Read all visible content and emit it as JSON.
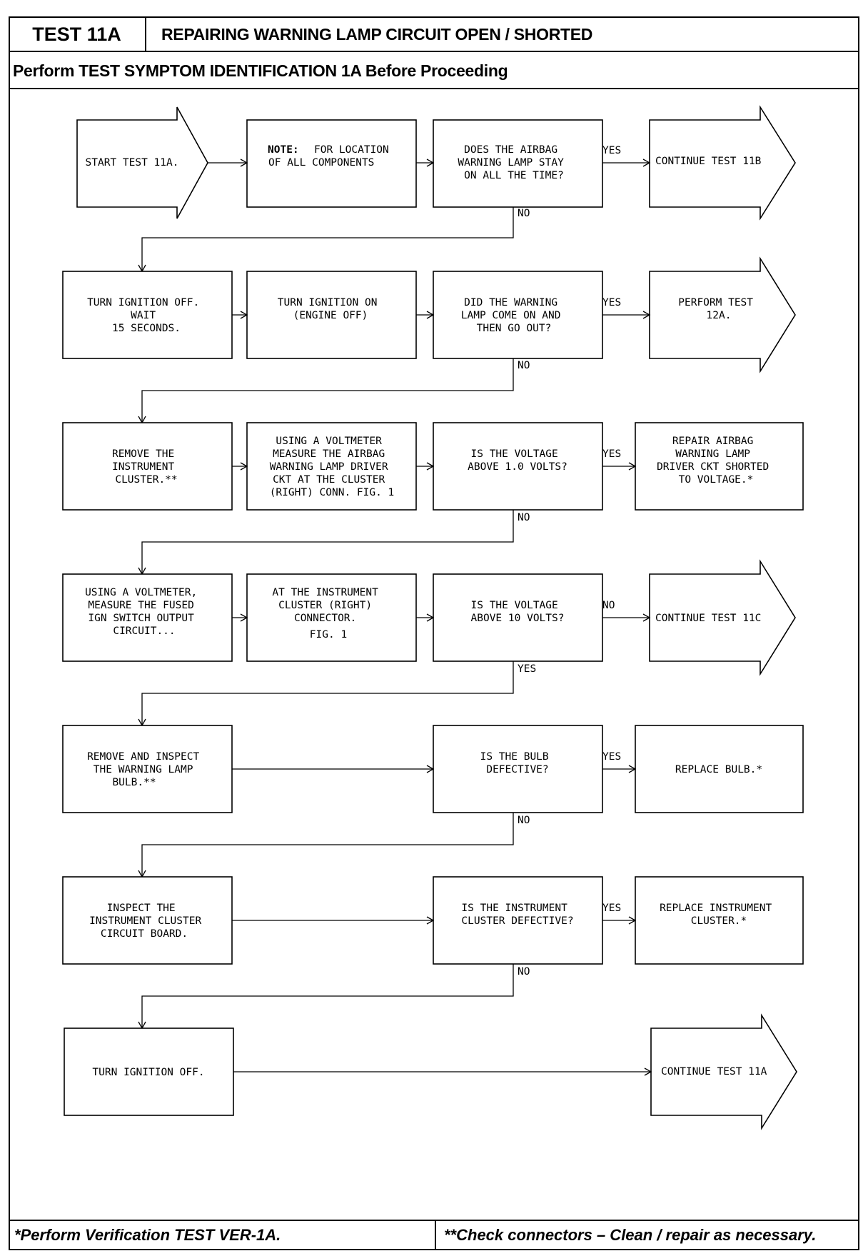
{
  "header": {
    "test_id": "TEST 11A",
    "title": "REPAIRING WARNING LAMP CIRCUIT OPEN / SHORTED",
    "subtitle": "Perform TEST SYMPTOM IDENTIFICATION 1A Before Proceeding"
  },
  "footer": {
    "left": "*Perform Verification TEST VER-1A.",
    "right": "**Check connectors – Clean / repair as necessary."
  },
  "labels": {
    "yes": "YES",
    "no": "NO"
  },
  "nodes": {
    "start": [
      "START TEST 11A."
    ],
    "note_prefix": "NOTE:",
    "note": [
      "FOR LOCATION",
      "OF ALL COMPONENTS"
    ],
    "q1": [
      "DOES THE AIRBAG",
      "WARNING LAMP STAY",
      "ON ALL THE TIME?"
    ],
    "r1": [
      "CONTINUE TEST 11B"
    ],
    "s2a": [
      "TURN IGNITION OFF.",
      "WAIT",
      "15 SECONDS."
    ],
    "s2b": [
      "TURN IGNITION ON",
      "(ENGINE OFF)"
    ],
    "q2": [
      "DID THE WARNING",
      "LAMP COME ON AND",
      "THEN GO OUT?"
    ],
    "r2": [
      "PERFORM TEST",
      "12A."
    ],
    "s3a": [
      "REMOVE THE",
      "INSTRUMENT",
      "CLUSTER.**"
    ],
    "s3b": [
      "USING A VOLTMETER",
      "MEASURE THE AIRBAG",
      "WARNING LAMP DRIVER",
      "CKT AT THE CLUSTER",
      "(RIGHT) CONN. FIG. 1"
    ],
    "q3": [
      "IS THE VOLTAGE",
      "ABOVE 1.0 VOLTS?"
    ],
    "r3": [
      "REPAIR AIRBAG",
      "WARNING LAMP",
      "DRIVER CKT SHORTED",
      "TO VOLTAGE.*"
    ],
    "s4a": [
      "USING A VOLTMETER,",
      "MEASURE THE FUSED",
      "IGN SWITCH OUTPUT",
      "CIRCUIT..."
    ],
    "s4b": [
      "AT THE INSTRUMENT",
      "CLUSTER (RIGHT)",
      "CONNECTOR.",
      "FIG. 1"
    ],
    "q4": [
      "IS THE VOLTAGE",
      "ABOVE 10 VOLTS?"
    ],
    "r4": [
      "CONTINUE TEST 11C"
    ],
    "s5a": [
      "REMOVE AND INSPECT",
      "THE WARNING LAMP",
      "BULB.**"
    ],
    "q5": [
      "IS THE BULB",
      "DEFECTIVE?"
    ],
    "r5": [
      "REPLACE BULB.*"
    ],
    "s6a": [
      "INSPECT THE",
      "INSTRUMENT CLUSTER",
      "CIRCUIT BOARD."
    ],
    "q6": [
      "IS THE INSTRUMENT",
      "CLUSTER DEFECTIVE?"
    ],
    "r6": [
      "REPLACE INSTRUMENT",
      "CLUSTER.*"
    ],
    "s7a": [
      "TURN IGNITION OFF."
    ],
    "r7": [
      "CONTINUE TEST 11A"
    ]
  }
}
